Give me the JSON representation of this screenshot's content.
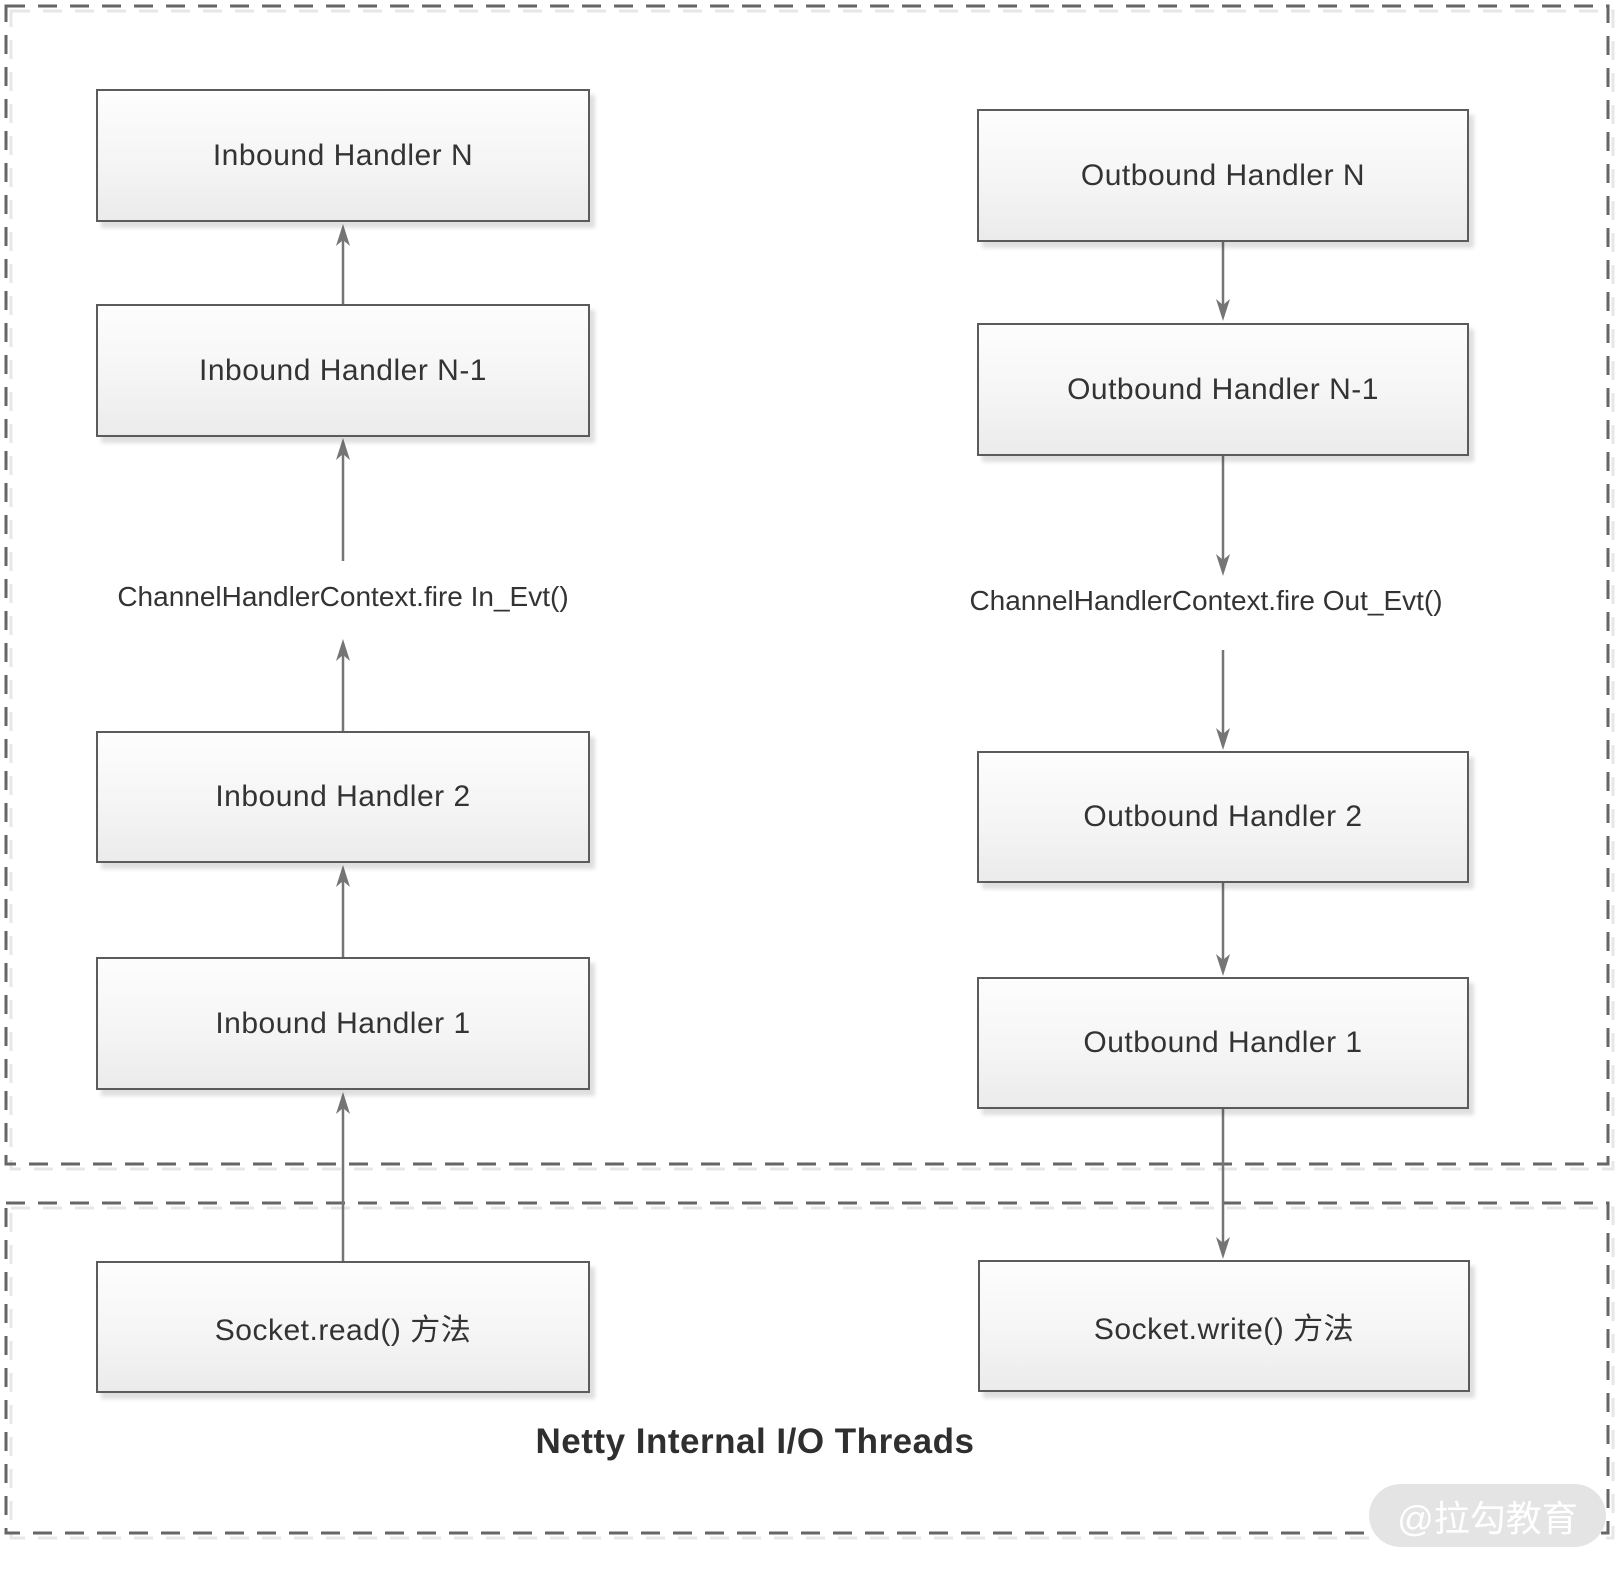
{
  "diagram": {
    "pipeline": {
      "inbound": {
        "handler_n": "Inbound Handler N",
        "handler_n_minus_1": "Inbound Handler N-1",
        "event_label": "ChannelHandlerContext.fire In_Evt()",
        "handler_2": "Inbound Handler 2",
        "handler_1": "Inbound Handler 1",
        "socket_method": "Socket.read() 方法"
      },
      "outbound": {
        "handler_n": "Outbound Handler N",
        "handler_n_minus_1": "Outbound Handler N-1",
        "event_label": "ChannelHandlerContext.fire Out_Evt()",
        "handler_2": "Outbound Handler 2",
        "handler_1": "Outbound Handler 1",
        "socket_method": "Socket.write() 方法"
      }
    },
    "io_threads_label": "Netty Internal I/O Threads",
    "watermark": "@拉勾教育",
    "colors": {
      "box_border": "#5b5b5b",
      "box_fill_top": "#fdfdfd",
      "box_fill_bottom": "#ebebeb",
      "arrow": "#757575",
      "dashed_border": "#666666",
      "text": "#333333",
      "watermark_bg": "#e4e4e4",
      "watermark_text": "#ffffff"
    }
  }
}
